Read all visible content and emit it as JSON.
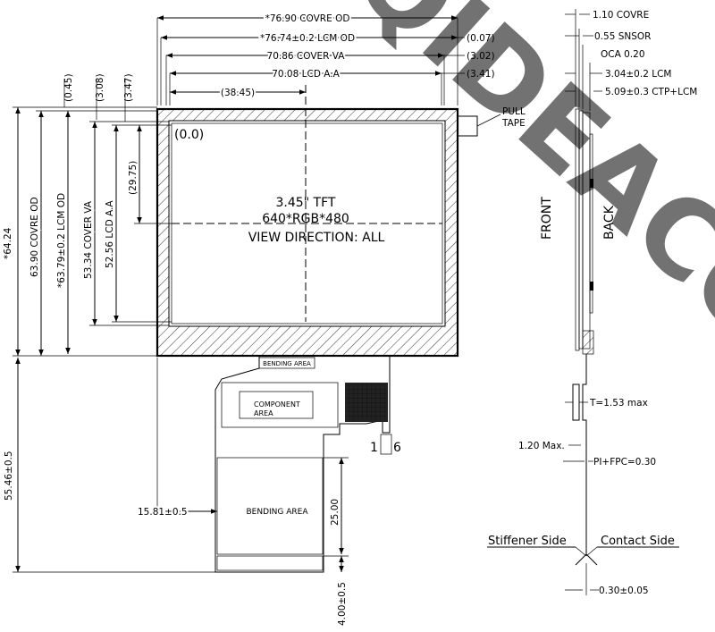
{
  "watermark": "QIDEACOM",
  "front_view": {
    "top_dims": {
      "cover_od": "*76.90 COVRE OD",
      "lcm_od": "*76.74±0.2 LCM OD",
      "lcm_od_offset": "(0.07)",
      "cover_va": "70.86 COVER VA",
      "cover_va_offset": "(3.02)",
      "lcd_aa": "70.08 LCD A.A",
      "lcd_aa_offset": "(3.41)",
      "center_x": "(38.45)"
    },
    "left_dims": {
      "offset_1": "(0.45)",
      "offset_2": "(3.08)",
      "offset_3": "(3.47)",
      "overall": "*64.24",
      "cover_od": "63.90 COVRE OD",
      "lcm_od": "*63.79±0.2 LCM OD",
      "cover_va": "53.34 COVER VA",
      "lcd_aa": "52.56 LCD A.A",
      "center_y": "(29.75)",
      "fpc_length": "55.46±0.5"
    },
    "origin": "(0.0)",
    "panel": {
      "size": "3.45\" TFT",
      "resolution": "640*RGB*480",
      "view_direction": "VIEW DIRECTION: ALL"
    },
    "pull_tape": [
      "PULL",
      "TAPE"
    ],
    "fpc": {
      "bending_area_top": "BENDING AREA",
      "component_area": [
        "COMPONENT",
        "AREA"
      ],
      "pin_1": "1",
      "pin_last": "6",
      "bending_area_bottom": "BENDING AREA",
      "offset_x": "15.81±0.5",
      "bend_length": "25.00",
      "tail_length": "4.00±0.5"
    }
  },
  "side_view": {
    "cover": "1.10 COVRE",
    "sensor": "0.55 SNSOR",
    "oca": "OCA 0.20",
    "lcm": "3.04±0.2 LCM",
    "ctp_lcm": "5.09±0.3 CTP+LCM",
    "front": "FRONT",
    "back": "BACK",
    "t_max": "T=1.53 max",
    "max_120": "1.20 Max.",
    "pi_fpc": "PI+FPC=0.30",
    "stiffener_side": "Stiffener Side",
    "contact_side": "Contact Side",
    "thickness": "0.30±0.05"
  }
}
